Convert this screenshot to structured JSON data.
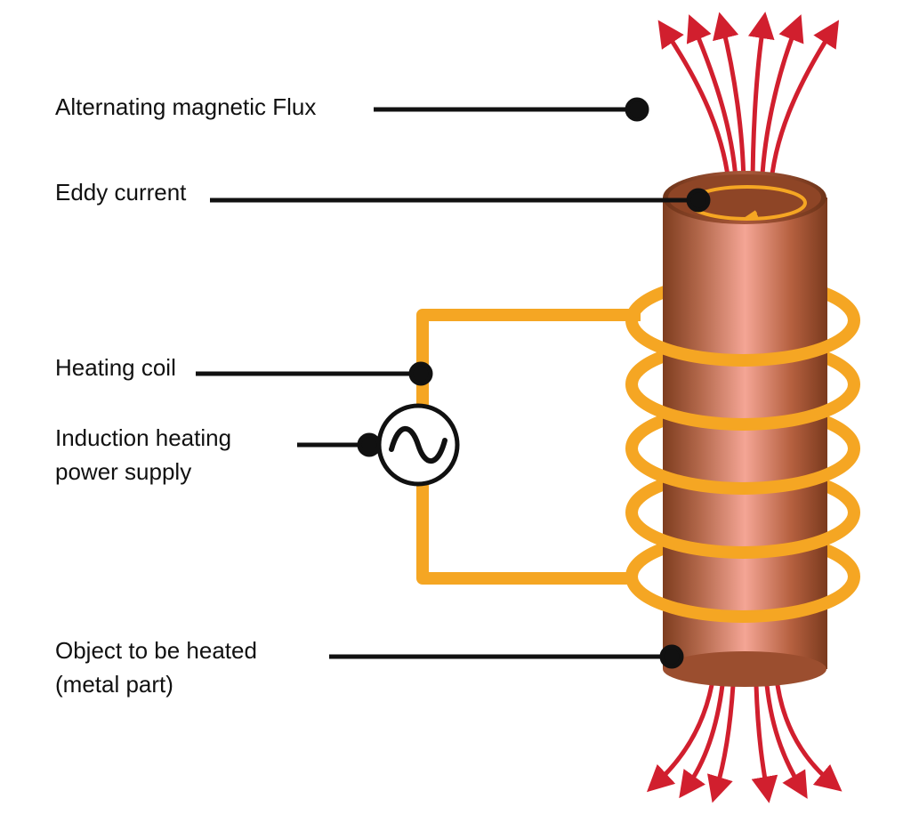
{
  "labels": {
    "flux": "Alternating magnetic Flux",
    "eddy": "Eddy current",
    "coil": "Heating coil",
    "power_line1": "Induction heating",
    "power_line2": "power supply",
    "object_line1": "Object to be heated",
    "object_line2": "(metal part)"
  },
  "icons": {
    "ac_source": "ac-sine-wave-icon"
  },
  "colors": {
    "flux_arrows": "#D11F2E",
    "coil": "#F5A623",
    "coil_outline": "#FAD27F",
    "metal_dark": "#7A3A1E",
    "metal_light": "#F4A595",
    "leader_lines": "#111111"
  }
}
